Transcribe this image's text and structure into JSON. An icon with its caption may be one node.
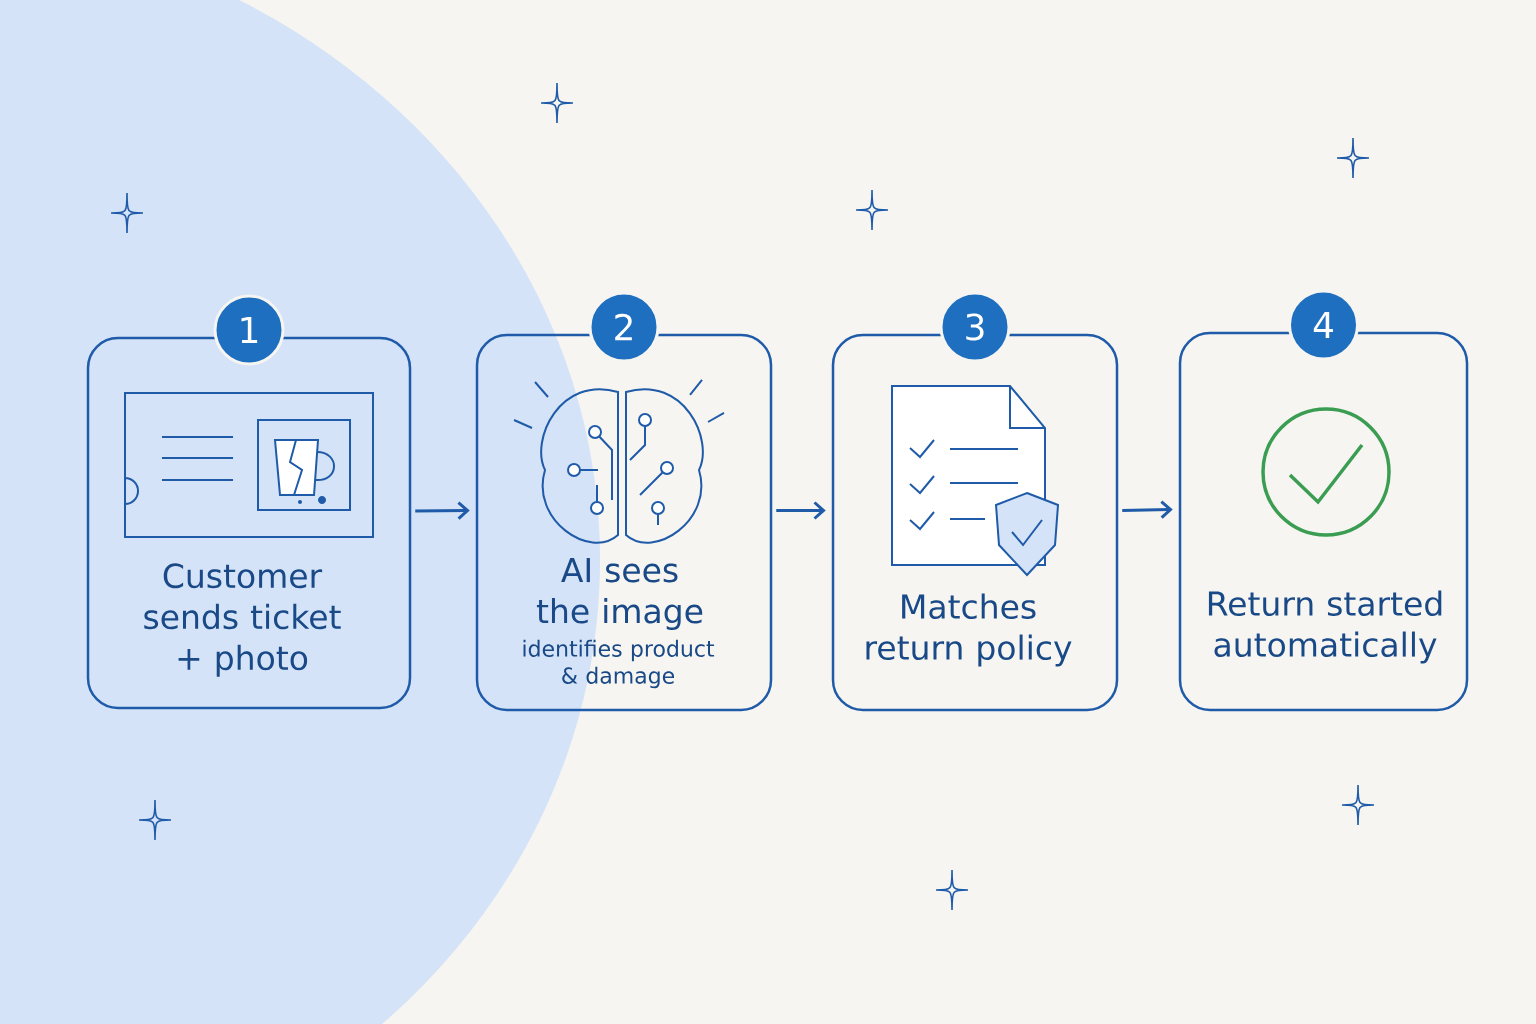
{
  "diagram": {
    "nodes": [
      {
        "text": [
          "1",
          "Customer sends ticket + photo"
        ]
      },
      {
        "text": [
          "2",
          "AI sees the image",
          "identifies product & damage"
        ]
      },
      {
        "text": [
          "3",
          "Matches return policy"
        ]
      },
      {
        "text": [
          "4",
          "Return started automatically"
        ]
      }
    ],
    "edges": [
      {
        "from": 0,
        "to": 1,
        "arrow": "to"
      },
      {
        "from": 1,
        "to": 2,
        "arrow": "to"
      },
      {
        "from": 2,
        "to": 3,
        "arrow": "to"
      }
    ]
  }
}
